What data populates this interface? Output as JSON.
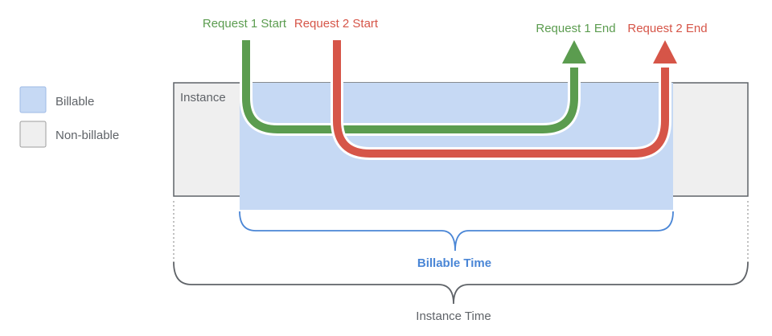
{
  "legend": {
    "items": [
      {
        "label": "Billable",
        "swatch_color": "#c6d9f4",
        "swatch_border": "#9fbbe6"
      },
      {
        "label": "Non-billable",
        "swatch_color": "#efefef",
        "swatch_border": "#9e9e9e"
      }
    ]
  },
  "instance": {
    "label": "Instance",
    "fill_color": "#efefef",
    "border_color": "#5f6368"
  },
  "billable_region": {
    "fill_color": "#c6d9f4"
  },
  "requests": [
    {
      "start_label": "Request 1 Start",
      "end_label": "Request 1 End",
      "color": "#5b9c4f"
    },
    {
      "start_label": "Request 2 Start",
      "end_label": "Request 2 End",
      "color": "#d65548"
    }
  ],
  "billable_time": {
    "label": "Billable Time",
    "color": "#4a86d6"
  },
  "instance_time": {
    "label": "Instance Time",
    "color": "#5f6368"
  }
}
